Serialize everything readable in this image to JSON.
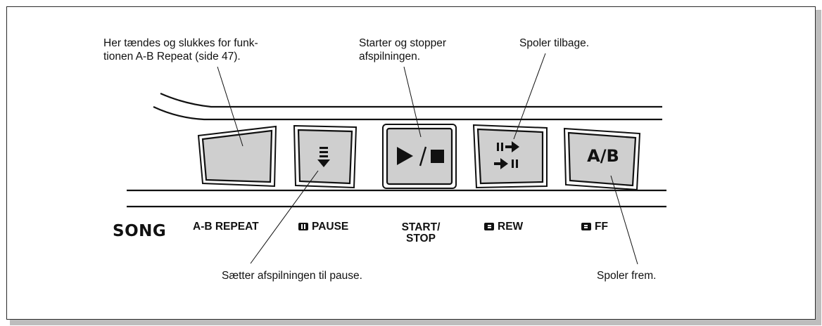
{
  "callouts": {
    "ab_repeat": "Her tændes og slukkes for funk-\ntionen A-B Repeat (side 47).",
    "start_stop": "Starter og stopper\nafspilningen.",
    "rewind": "Spoler tilbage.",
    "pause": "Sætter afspilningen til pause.",
    "fast_forward": "Spoler frem."
  },
  "panel": {
    "section": "SONG",
    "labels": {
      "ab_repeat": "A-B REPEAT",
      "pause": "PAUSE",
      "start_stop": "START/\nSTOP",
      "rew": "REW",
      "ff": "FF"
    },
    "buttons": {
      "ab": "A/B"
    }
  },
  "icons": {
    "ab_repeat_button": "blank-button",
    "pause_button": "pause-arrow-icon",
    "start_stop_button": "play-stop-icon",
    "rew_button": "rewind-icon",
    "ff_button": "ab-text",
    "pause_label": "pause-square-icon",
    "rew_label": "rew-square-icon",
    "ff_label": "ff-square-icon"
  },
  "colors": {
    "button_fill": "#cfcfcf",
    "line": "#111111",
    "frame_shadow": "#bdbdbd"
  }
}
